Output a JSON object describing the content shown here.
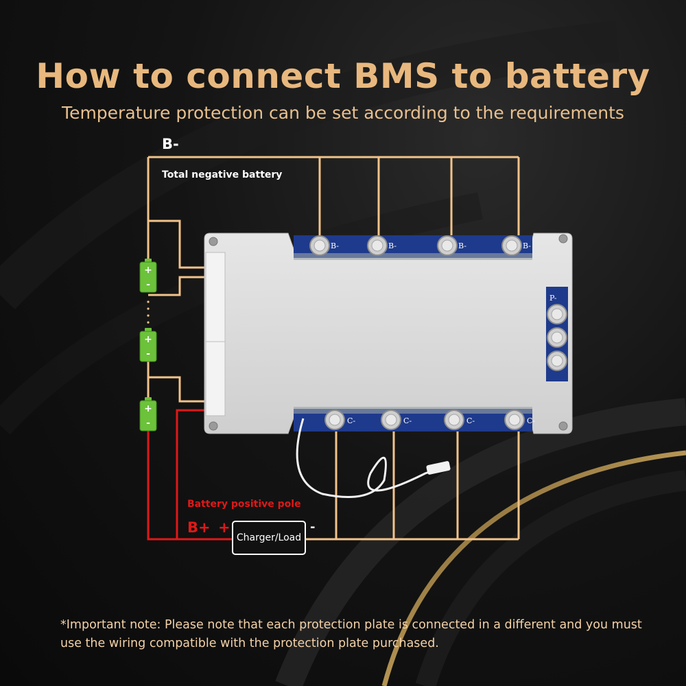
{
  "title": "How to connect BMS to battery",
  "subtitle": "Temperature protection can be set according to the requirements",
  "labels": {
    "b_minus": "B-",
    "total_negative": "Total negative battery",
    "battery_positive": "Battery positive pole",
    "b_plus": "B+",
    "plus": "+",
    "minus": "-",
    "charger_load": "Charger/Load"
  },
  "board": {
    "b_pad_label": "B-",
    "c_pad_label": "C-",
    "p_pad_label": "P-"
  },
  "cell_signs": {
    "positive": "+",
    "negative": "-"
  },
  "note": "*Important note: Please note that each protection plate is connected in a different and you must use the wiring compatible with the protection plate purchased.",
  "colors": {
    "title": "#e8b87e",
    "wire_negative": "#f2c38a",
    "wire_positive": "#e01818",
    "cell_green": "#6cc23a",
    "board_pcb": "#1e3a8c",
    "heatsink": "#d9d9d9"
  }
}
